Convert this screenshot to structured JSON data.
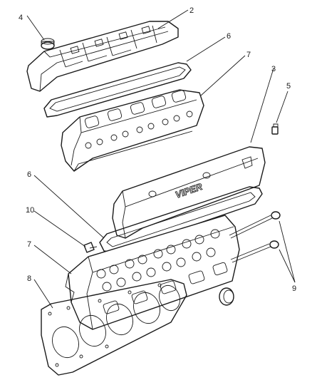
{
  "callouts": {
    "c2": "2",
    "c3": "3",
    "c4": "4",
    "c5": "5",
    "c6_top": "6",
    "c6_bottom": "6",
    "c7_top": "7",
    "c7_bottom": "7",
    "c8": "8",
    "c9": "9",
    "c10": "10"
  },
  "cover_text": "VIPER",
  "colors": {
    "line": "#1a1a1a",
    "background": "#ffffff"
  }
}
